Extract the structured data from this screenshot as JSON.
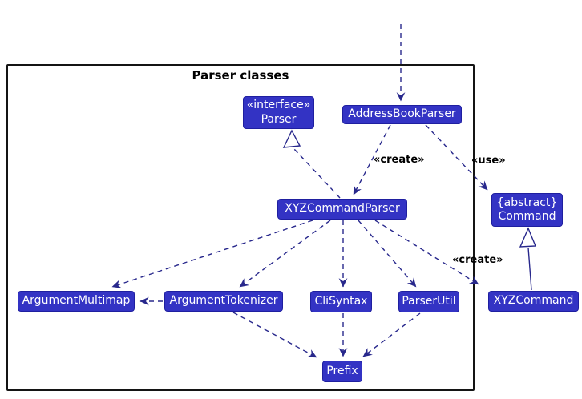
{
  "frame": {
    "title": "Parser classes"
  },
  "nodes": {
    "parser": {
      "stereotype": "«interface»",
      "name": "Parser"
    },
    "address_book_parser": {
      "name": "AddressBookParser"
    },
    "xyz_command_parser": {
      "name": "XYZCommandParser"
    },
    "command": {
      "stereotype": "{abstract}",
      "name": "Command"
    },
    "argument_multimap": {
      "name": "ArgumentMultimap"
    },
    "argument_tokenizer": {
      "name": "ArgumentTokenizer"
    },
    "cli_syntax": {
      "name": "CliSyntax"
    },
    "parser_util": {
      "name": "ParserUtil"
    },
    "xyz_command": {
      "name": "XYZCommand"
    },
    "prefix": {
      "name": "Prefix"
    }
  },
  "edge_labels": {
    "create_xyz_parser": "«create»",
    "use_command": "«use»",
    "create_xyz_command": "«create»"
  },
  "colors": {
    "node_fill": "#3333C4",
    "node_border": "#1F1FA0",
    "node_text": "#FFFFFF",
    "arrow": "#28288C",
    "frame_border": "#141414"
  }
}
